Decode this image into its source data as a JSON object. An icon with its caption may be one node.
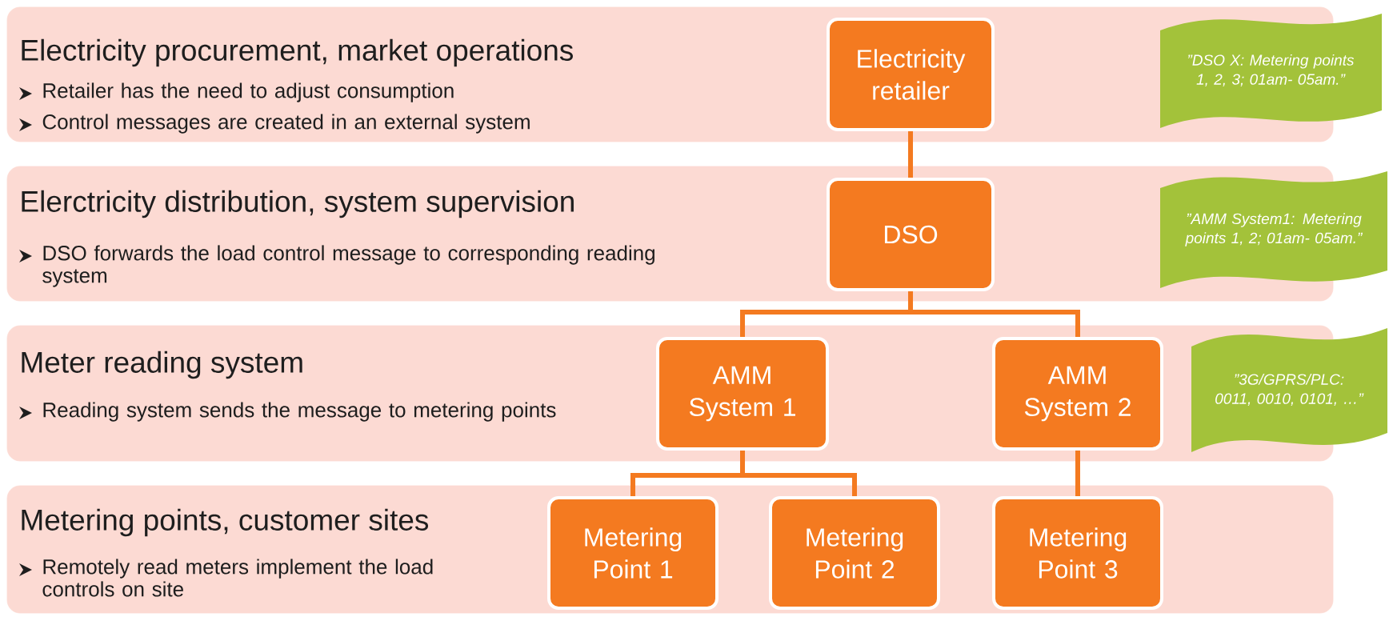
{
  "diagram": {
    "nodes": [
      {
        "text": [
          "Electricity procurement, market operations",
          "Retailer has the need to adjust consumption",
          "Control messages are created in an external system"
        ]
      },
      {
        "text": [
          "Electricity retailer"
        ],
        "in": 0
      },
      {
        "text": [
          "”DSO X: Metering points 1, 2, 3; 01am- 05am.”"
        ]
      },
      {
        "text": [
          "Elerctricity distribution, system supervision",
          "DSO forwards the load control message to corresponding reading system"
        ]
      },
      {
        "text": [
          "DSO"
        ],
        "in": 3
      },
      {
        "text": [
          "”AMM System1: Metering points 1, 2; 01am- 05am.”"
        ]
      },
      {
        "text": [
          "Meter reading system",
          "Reading system sends the message to metering points"
        ]
      },
      {
        "text": [
          "AMM System 1"
        ],
        "in": 6
      },
      {
        "text": [
          "AMM System 2"
        ],
        "in": 6
      },
      {
        "text": [
          "”3G/GPRS/PLC: 0011, 0010, 0101, …”"
        ]
      },
      {
        "text": [
          "Metering points, customer sites",
          "Remotely read meters implement the load controls on site"
        ]
      },
      {
        "text": [
          "Metering Point 1"
        ],
        "in": 10
      },
      {
        "text": [
          "Metering Point 2"
        ],
        "in": 10
      },
      {
        "text": [
          "Metering Point 3"
        ],
        "in": 10
      }
    ],
    "edges": [
      {
        "from": 1,
        "to": 4,
        "arrow": "none"
      },
      {
        "from": 4,
        "to": 7,
        "arrow": "none"
      },
      {
        "from": 4,
        "to": 8,
        "arrow": "none"
      },
      {
        "from": 7,
        "to": 11,
        "arrow": "none"
      },
      {
        "from": 7,
        "to": 12,
        "arrow": "none"
      },
      {
        "from": 8,
        "to": 13,
        "arrow": "none"
      }
    ]
  }
}
